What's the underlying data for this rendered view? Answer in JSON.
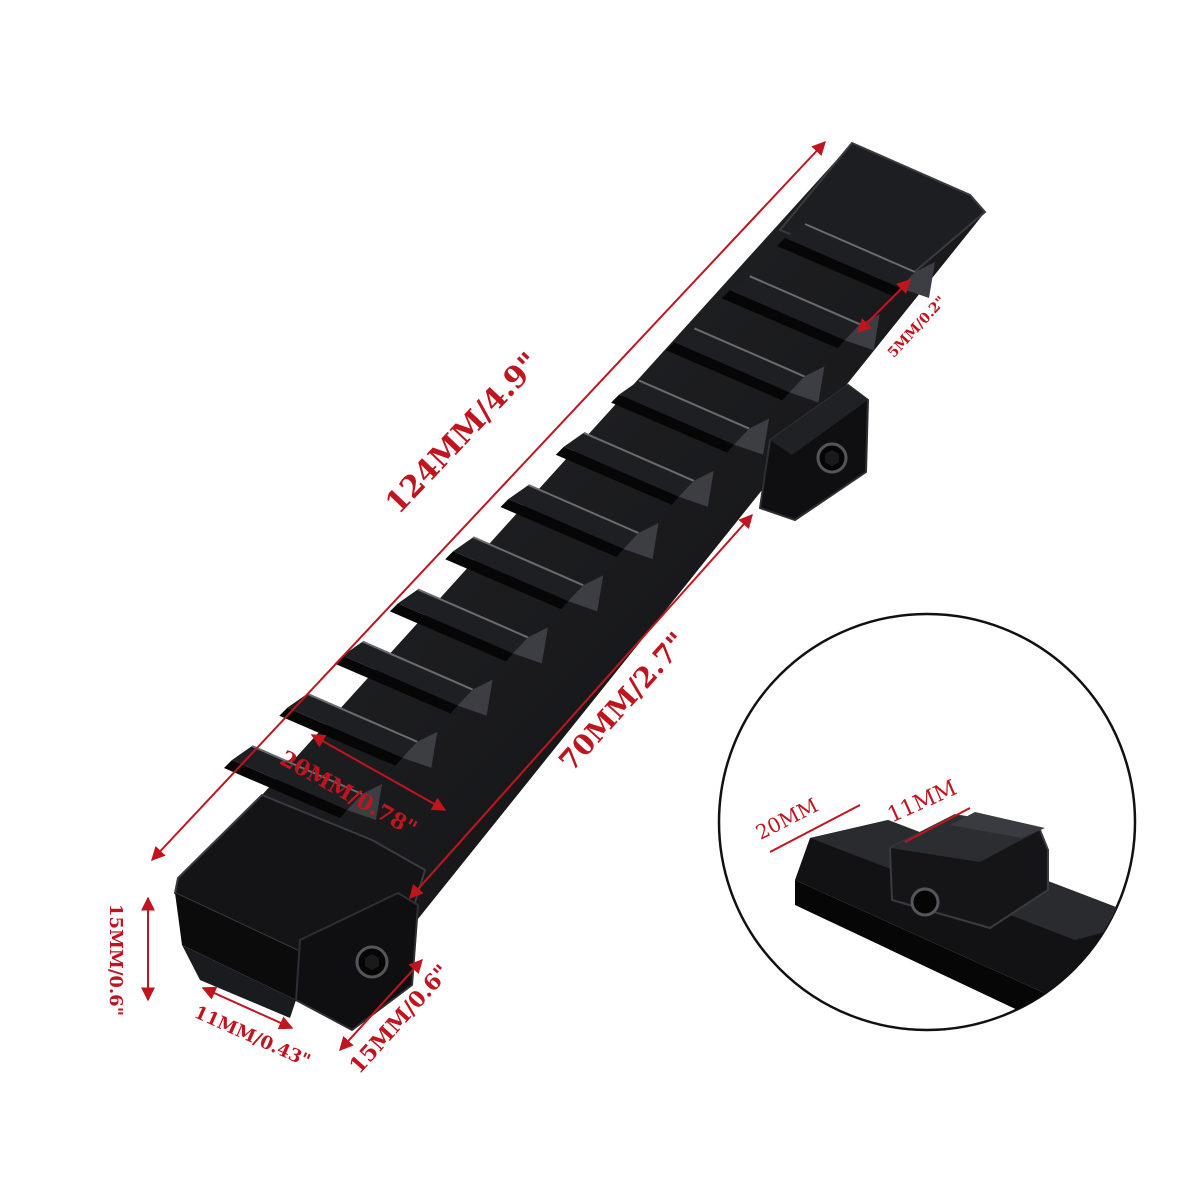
{
  "dimensions": {
    "overall_length": "124MM/4.9\"",
    "clamp_length": "70MM/2.7\"",
    "slot_width": "5MM/0.2\"",
    "top_width": "20MM/0.78\"",
    "height": "15MM/0.6\"",
    "base_width": "11MM/0.43\"",
    "clamp_depth": "15MM/0.6\""
  },
  "inset": {
    "top_width": "20MM",
    "base_width": "11MM"
  },
  "colors": {
    "annotation": "#c0151f",
    "rail": "#141416",
    "background": "#ffffff"
  }
}
